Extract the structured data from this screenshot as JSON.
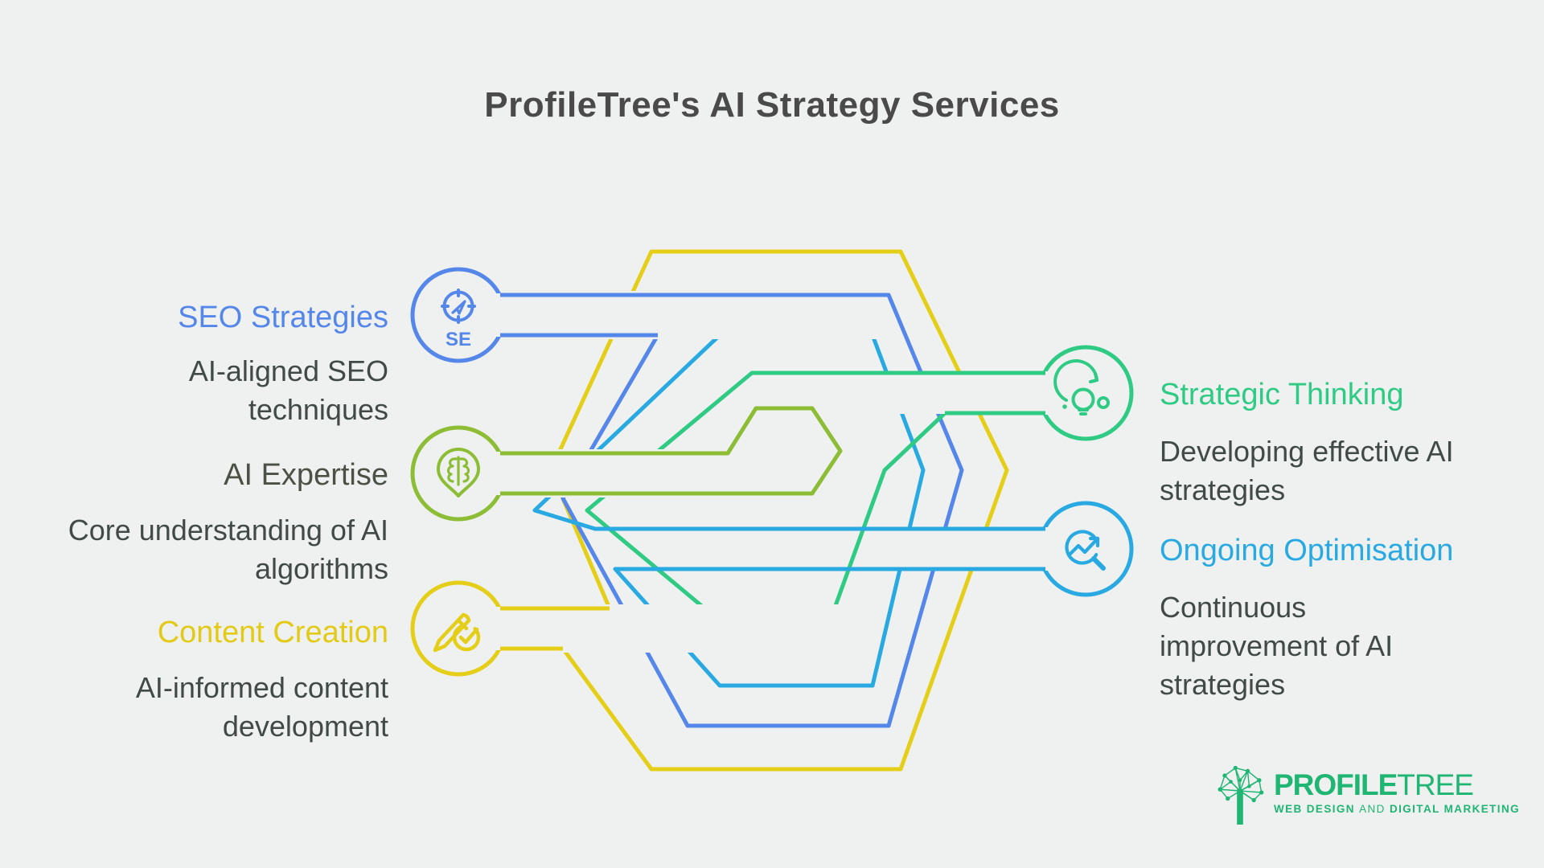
{
  "title": "ProfileTree's AI Strategy Services",
  "nodes": {
    "seo": {
      "title": "SEO Strategies",
      "subtitle": "AI-aligned SEO techniques",
      "icon": "compass-icon",
      "icon_label": "SE",
      "color": "#5586e9"
    },
    "expertise": {
      "title": "AI Expertise",
      "subtitle": "Core understanding of AI algorithms",
      "icon": "brain-pin-icon",
      "color": "#8cbd35"
    },
    "content": {
      "title": "Content Creation",
      "subtitle": "AI-informed content development",
      "icon": "pencil-check-icon",
      "color": "#e5ce18"
    },
    "strategic": {
      "title": "Strategic Thinking",
      "subtitle": "Developing effective AI strategies",
      "icon": "idea-bulb-icon",
      "color": "#2fcb85"
    },
    "ongoing": {
      "title": "Ongoing Optimisation",
      "subtitle": "Continuous improvement of AI strategies",
      "icon": "magnifier-trend-icon",
      "color": "#29a9e1"
    }
  },
  "colors": {
    "background": "#eff1f0",
    "title_text": "#4a4a4a",
    "subtitle_text": "#424a47",
    "blue": "#5586e9",
    "lime": "#8cbd35",
    "yellow": "#e5ce18",
    "green": "#2fcb85",
    "cyan": "#29a9e1",
    "logo_green": "#1fb573"
  },
  "logo": {
    "word_bold": "PROFILE",
    "word_light": "TREE",
    "tagline_lead": "WEB DESIGN ",
    "tagline_mid": "AND",
    "tagline_tail": " DIGITAL MARKETING"
  }
}
